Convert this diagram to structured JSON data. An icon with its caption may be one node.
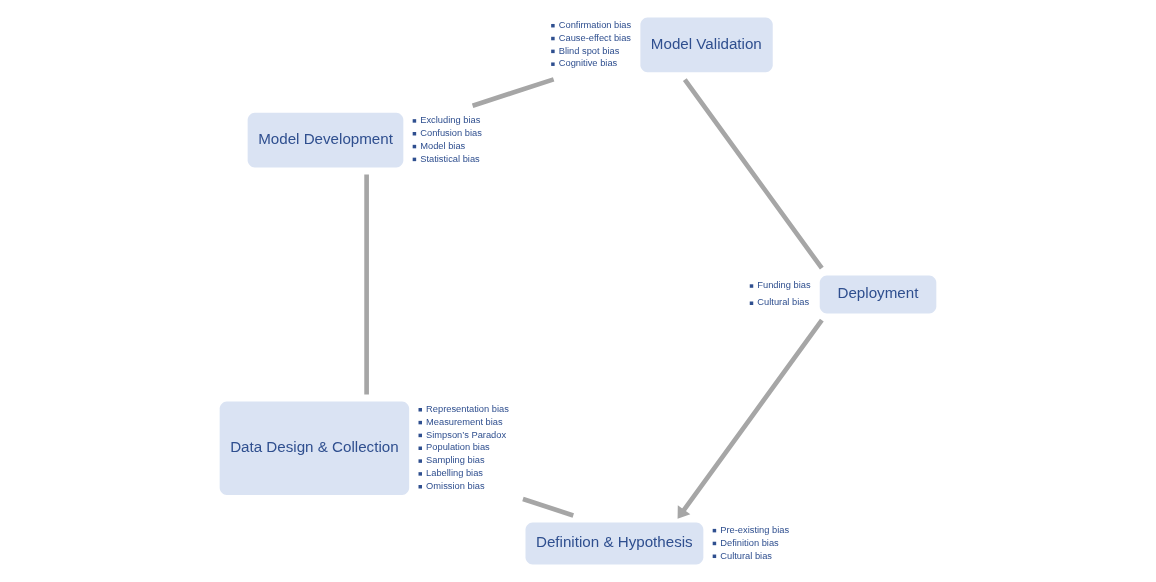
{
  "diagram": {
    "nodes": [
      {
        "text": [
          "Definition & Hypothesis"
        ],
        "beside": [
          "Pre-existing bias",
          "Definition bias",
          "Cultural bias"
        ]
      },
      {
        "text": [
          "Data Design & Collection"
        ],
        "beside": [
          "Representation bias",
          "Measurement bias",
          "Simpson’s Paradox",
          "Population bias",
          "Sampling bias",
          "Labelling bias",
          "Omission bias"
        ]
      },
      {
        "text": [
          "Model Development"
        ],
        "beside": [
          "Excluding bias",
          "Confusion bias",
          "Model bias",
          "Statistical bias"
        ]
      },
      {
        "text": [
          "Model Validation"
        ],
        "beside": [
          "Confirmation bias",
          "Cause-effect bias",
          "Blind spot bias",
          "Cognitive bias"
        ]
      },
      {
        "text": [
          "Deployment"
        ],
        "beside": [
          "Funding bias",
          "Cultural bias"
        ]
      }
    ],
    "edges": [
      {
        "from": 0,
        "to": 1,
        "arrow": "none"
      },
      {
        "from": 1,
        "to": 2,
        "arrow": "none"
      },
      {
        "from": 2,
        "to": 3,
        "arrow": "none"
      },
      {
        "from": 3,
        "to": 4,
        "arrow": "none"
      },
      {
        "from": 4,
        "to": 0,
        "arrow": "to"
      }
    ]
  }
}
